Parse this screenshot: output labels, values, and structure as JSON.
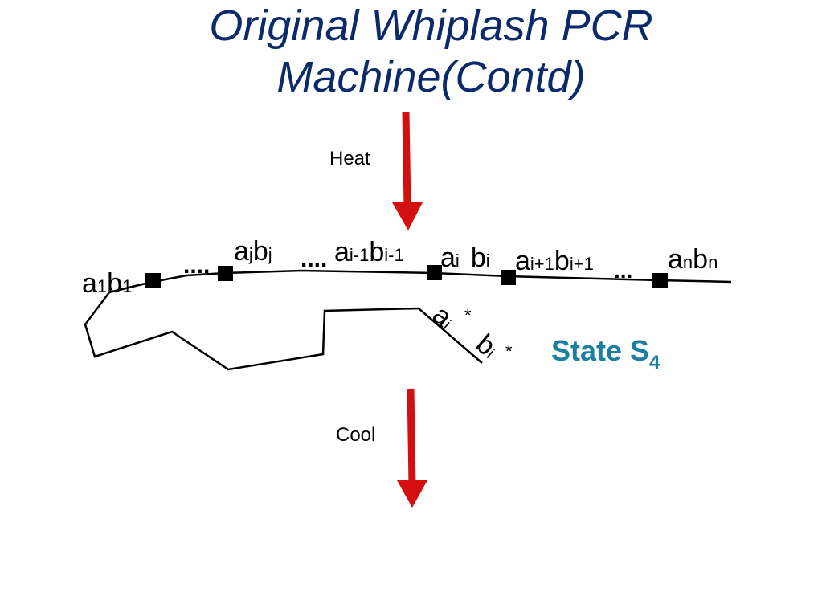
{
  "title": {
    "line1": "Original Whiplash PCR",
    "line2": "Machine(Contd)"
  },
  "arrows": {
    "heat_label": "Heat",
    "cool_label": "Cool",
    "color": "#d40f0f"
  },
  "strand_labels": {
    "a1b1": {
      "a": "a",
      "a_sub": "1",
      "b": "b",
      "b_sub": "1"
    },
    "ajbj": {
      "a": "a",
      "a_sub": "j",
      "b": "b",
      "b_sub": "j"
    },
    "ai1bi1": {
      "a": "a",
      "a_sub": "i-1",
      "b": "b",
      "b_sub": "i-1"
    },
    "aibi": {
      "a": "a",
      "a_sub": "i",
      "b": "b",
      "b_sub": "i"
    },
    "aip1bip1": {
      "a": "a",
      "a_sub": "i+1",
      "b": "b",
      "b_sub": "i+1"
    },
    "anbn": {
      "a": "a",
      "a_sub": "n",
      "b": "b",
      "b_sub": "n"
    },
    "ellipsis": "....",
    "ellipsis_short": "...",
    "ai_star": {
      "base": "a",
      "sub": "i",
      "star": "*"
    },
    "bi_star": {
      "base": "b",
      "sub": "i",
      "star": "*"
    }
  },
  "state": {
    "label": "State S",
    "sub": "4",
    "color": "#1a7fa0"
  },
  "title_color": "#0b2a6b"
}
